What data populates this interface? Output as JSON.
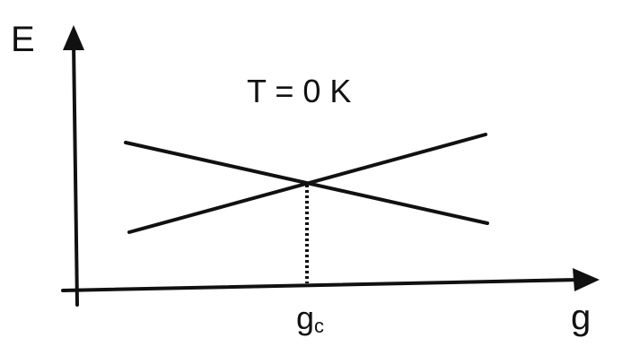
{
  "diagram": {
    "title": "T = 0 K",
    "y_axis_label": "E",
    "x_axis_label": "g",
    "critical_point_label": {
      "main": "g",
      "subscript": "c"
    }
  },
  "colors": {
    "background": "#ffffff",
    "ink": "#111111"
  }
}
